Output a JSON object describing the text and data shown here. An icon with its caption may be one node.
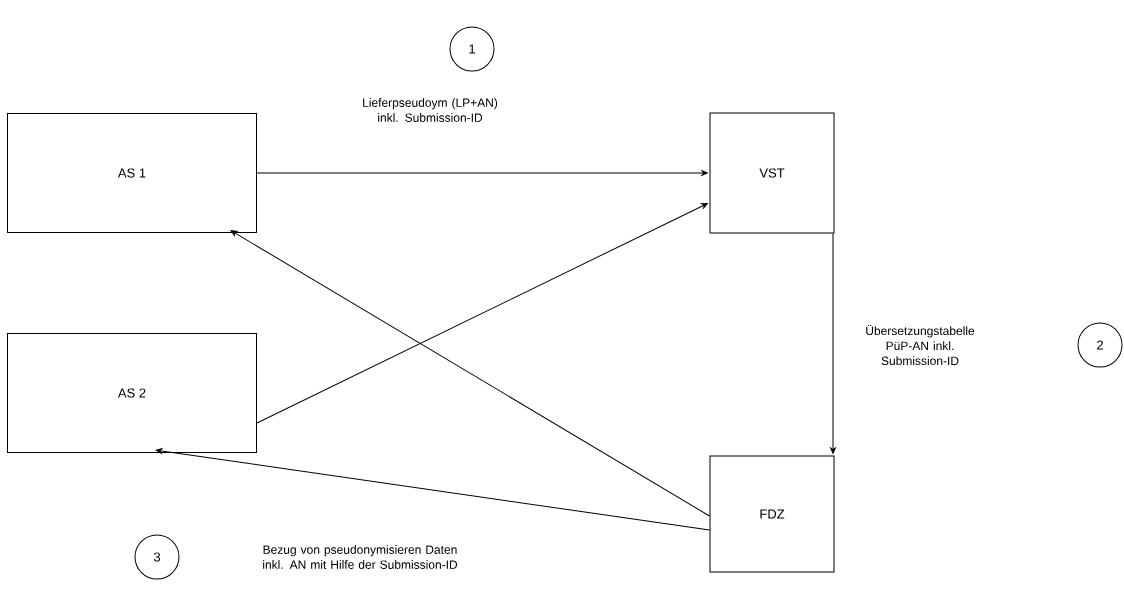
{
  "diagram": {
    "nodes": [
      {
        "text": [
          "AS 1"
        ]
      },
      {
        "text": [
          "VST"
        ]
      },
      {
        "text": [
          "AS 2"
        ]
      },
      {
        "text": [
          "FDZ"
        ]
      },
      {
        "text": [
          "1"
        ]
      },
      {
        "text": [
          "2"
        ]
      },
      {
        "text": [
          "3"
        ]
      }
    ],
    "edges": [
      {
        "from": 0,
        "to": 1,
        "arrow": "to",
        "label": "Lieferpseudoym (LP+AN) inkl. Submission-ID"
      },
      {
        "from": 2,
        "to": 1,
        "arrow": "to"
      },
      {
        "from": 1,
        "to": 3,
        "arrow": "to",
        "label": "Übersetzungstabelle PüP-AN inkl. Submission-ID"
      },
      {
        "from": 3,
        "to": 0,
        "arrow": "to"
      },
      {
        "from": 3,
        "to": 2,
        "arrow": "to"
      }
    ],
    "labels": [
      "Bezug von pseudonymisieren Daten inkl. AN mit Hilfe der Submission-ID"
    ]
  }
}
